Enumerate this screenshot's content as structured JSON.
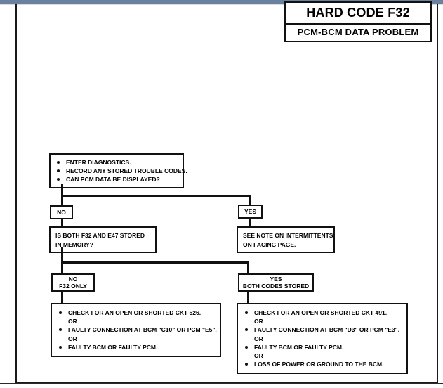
{
  "header": {
    "title": "HARD CODE F32",
    "subtitle": "PCM-BCM DATA PROBLEM"
  },
  "nodes": {
    "start": {
      "lines": [
        "ENTER DIAGNOSTICS.",
        "RECORD ANY STORED TROUBLE CODES.",
        "CAN PCM DATA BE DISPLAYED?"
      ]
    },
    "branch1_no_label": "NO",
    "branch1_yes_label": "YES",
    "question2": {
      "lines": [
        "IS BOTH F32 AND E47 STORED",
        "IN MEMORY?"
      ]
    },
    "intermittents": {
      "lines": [
        "SEE NOTE ON INTERMITTENTS",
        "ON FACING PAGE."
      ]
    },
    "branch2_no_label": {
      "line1": "NO",
      "line2": "F32 ONLY"
    },
    "branch2_yes_label": {
      "line1": "YES",
      "line2": "BOTH CODES STORED"
    },
    "action_left": {
      "items": [
        "CHECK FOR AN OPEN OR SHORTED CKT 526.",
        "FAULTY CONNECTION AT BCM \"C10\" OR PCM \"E5\".",
        "FAULTY BCM OR FAULTY PCM."
      ],
      "separator": "OR"
    },
    "action_right": {
      "items": [
        "CHECK FOR AN OPEN OR SHORTED CKT 491.",
        "FAULTY CONNECTION AT BCM \"D3\" OR PCM \"E3\".",
        "FAULTY BCM OR FAULTY PCM.",
        "LOSS OF POWER OR GROUND TO THE BCM."
      ],
      "separator": "OR"
    }
  },
  "colors": {
    "ink": "#111111",
    "paper": "#ffffff",
    "scan_strip": "#6b829e"
  }
}
